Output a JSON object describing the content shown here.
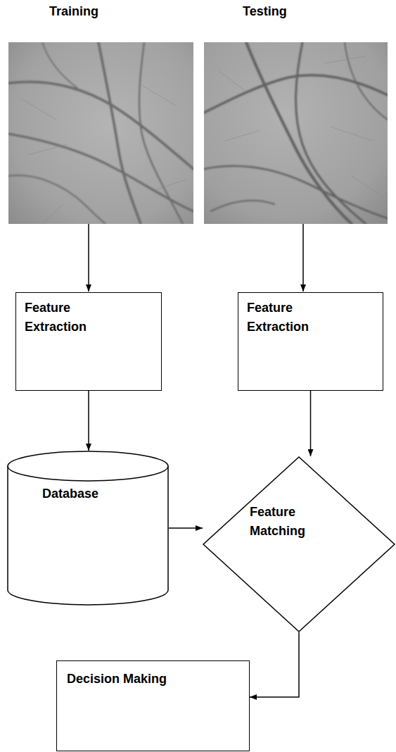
{
  "diagram": {
    "nodes": [
      {
        "text": [
          "Feature Extraction"
        ]
      },
      {
        "text": [
          "Feature Extraction"
        ]
      },
      {
        "text": [
          "Database"
        ]
      },
      {
        "text": [
          "Feature Matching"
        ]
      },
      {
        "text": [
          "Decision Making"
        ]
      }
    ],
    "edges": [
      {
        "from": 0,
        "to": 2,
        "arrow": "to"
      },
      {
        "from": 1,
        "to": 3,
        "arrow": "to"
      },
      {
        "from": 2,
        "to": 3,
        "arrow": "to"
      },
      {
        "from": 3,
        "to": 4,
        "arrow": "to"
      }
    ],
    "labels": [
      "Training",
      "Testing"
    ]
  }
}
